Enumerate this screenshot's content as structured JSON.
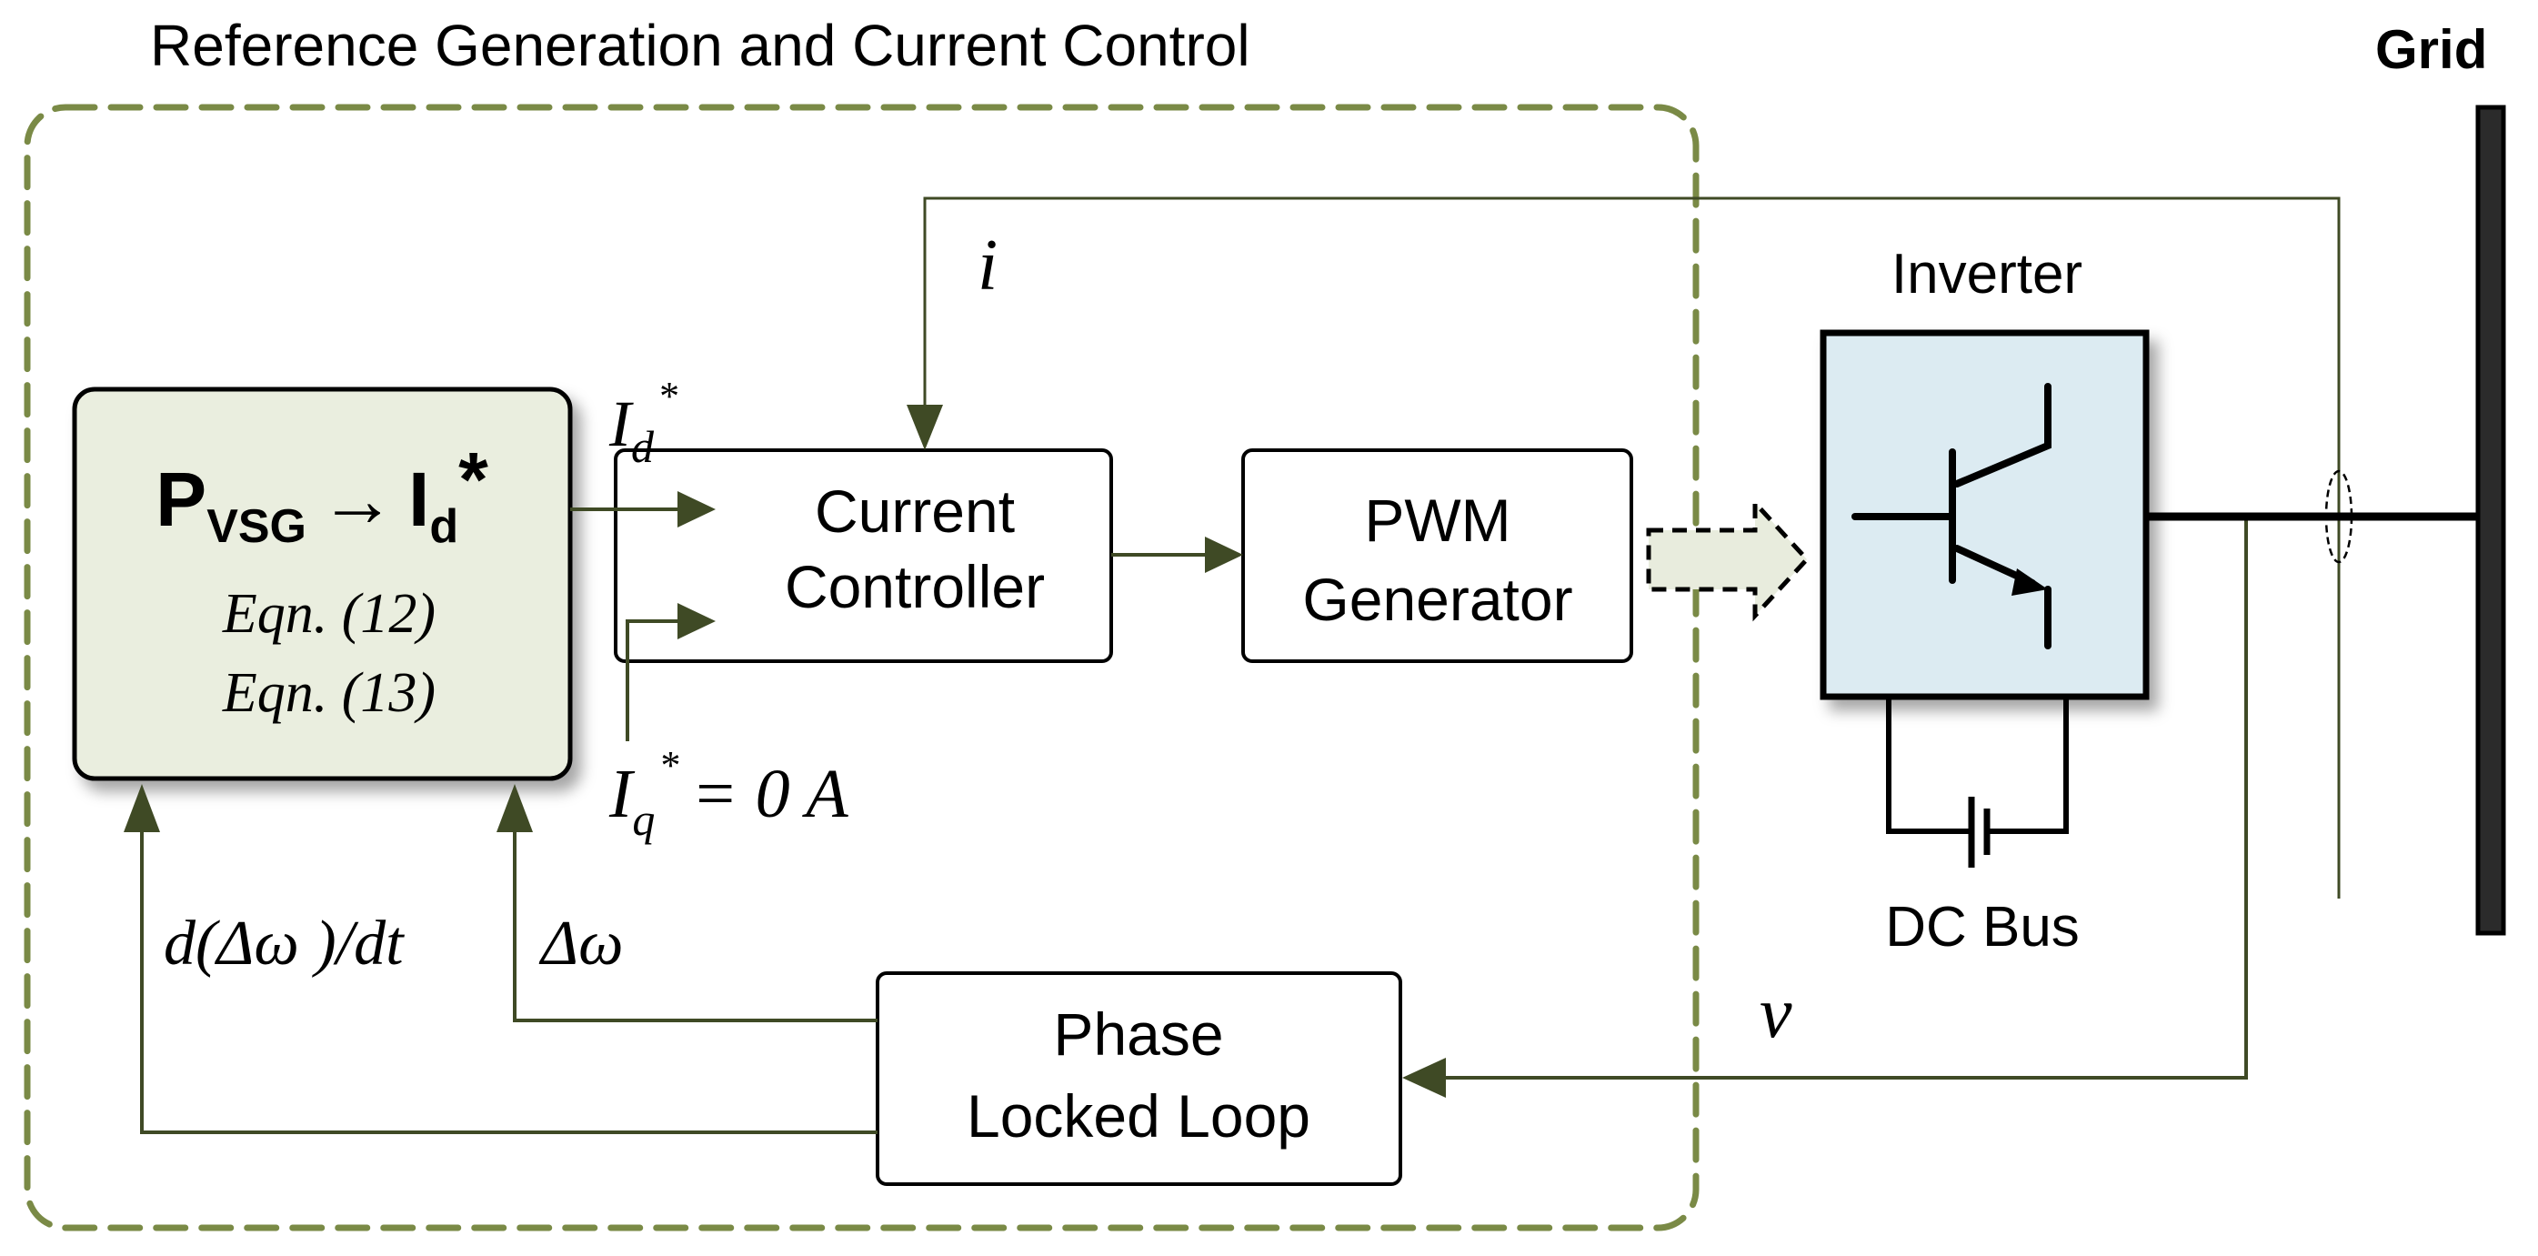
{
  "diagram": {
    "region_title": "Reference Generation and Current Control",
    "grid_label": "Grid",
    "inverter_label": "Inverter",
    "dc_bus_label": "DC Bus",
    "colors": {
      "region_border": "#7a8a46",
      "signal_line": "#3f4a25",
      "vsg_block_fill": "#eaeedf",
      "inverter_fill": "#dcebf2",
      "grid_bar": "#2b2b2b",
      "gate_arrow_fill": "#e8ecdd"
    },
    "blocks": {
      "vsg": {
        "main_P": "P",
        "main_P_sub": "VSG",
        "arrow": "→",
        "main_I": "I",
        "main_I_sub": "d",
        "main_I_sup": "*",
        "eqn1": "Eqn. (12)",
        "eqn2": "Eqn. (13)"
      },
      "current_controller": {
        "line1": "Current",
        "line2": "Controller"
      },
      "pwm_generator": {
        "line1": "PWM",
        "line2": "Generator"
      },
      "pll": {
        "line1": "Phase",
        "line2": "Locked Loop"
      }
    },
    "signals": {
      "id_ref": {
        "base": "I",
        "sub": "d",
        "sup": "*"
      },
      "iq_ref": {
        "base": "I",
        "sub": "q",
        "sup": "*",
        "value": "= 0 A"
      },
      "current_feedback": "i",
      "voltage_feedback": "v",
      "ddw_dt": "d(Δω )/dt",
      "dw": "Δω"
    }
  }
}
